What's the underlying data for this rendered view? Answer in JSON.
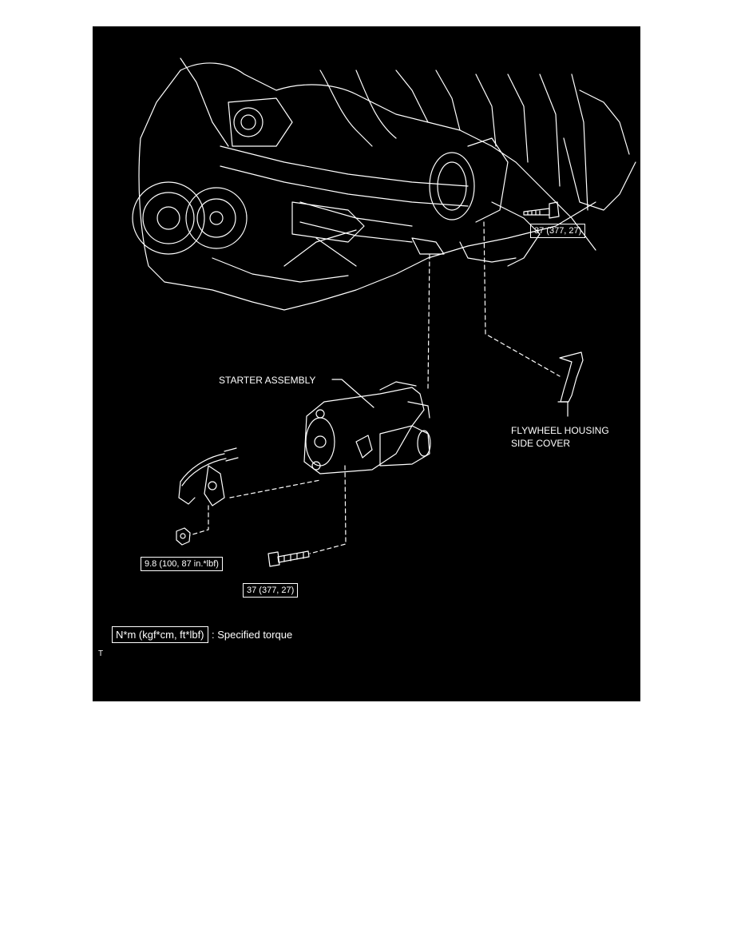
{
  "labels": {
    "starter": "STARTER ASSEMBLY",
    "flywheel_line1": "FLYWHEEL HOUSING",
    "flywheel_line2": "SIDE COVER"
  },
  "torques": {
    "bolt_top": "37 (377, 27)",
    "nut_terminal": "9.8 (100, 87 in.*lbf)",
    "bolt_bottom": "37 (377, 27)"
  },
  "legend": {
    "units": "N*m (kgf*cm, ft*lbf)",
    "desc": ": Specified torque"
  },
  "corner_mark": "T"
}
